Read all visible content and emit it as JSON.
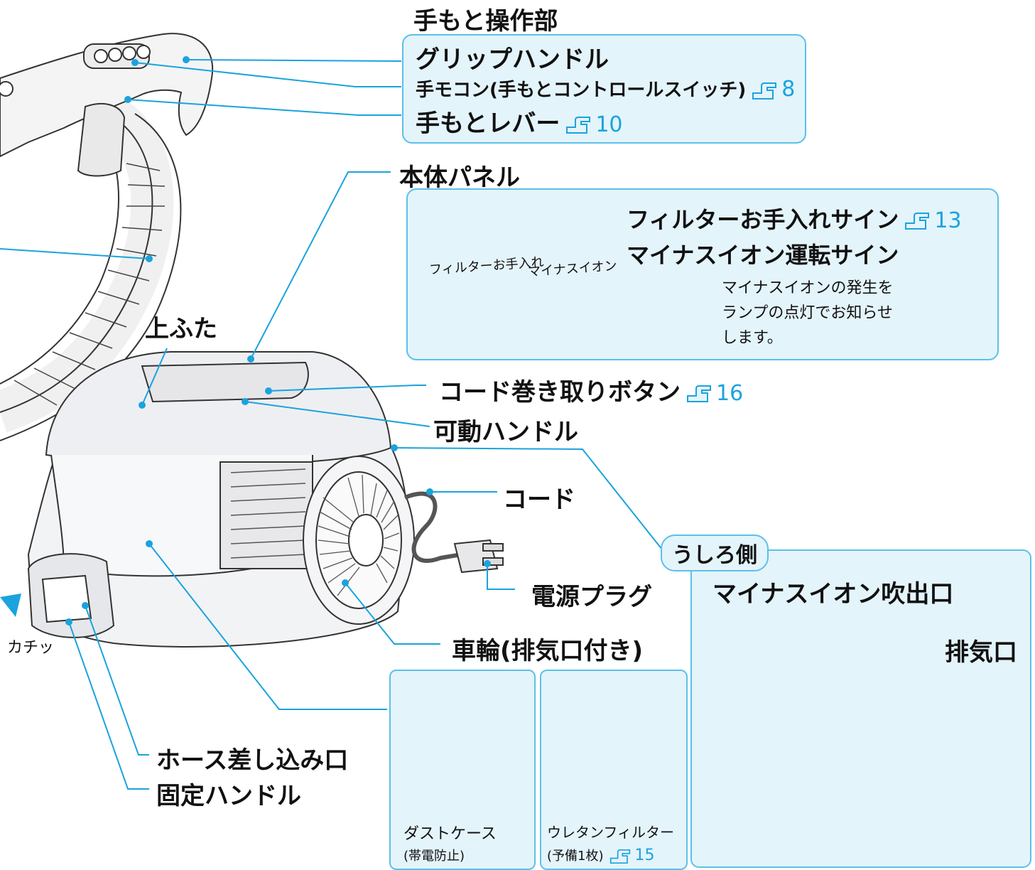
{
  "titles": {
    "hand_controls": "手もと操作部",
    "body_panel": "本体パネル"
  },
  "hand_controls": {
    "grip_handle": "グリップハンドル",
    "remote": "手モコン(手もとコントロールスイッチ)",
    "remote_ref": "8",
    "hand_lever": "手もとレバー",
    "hand_lever_ref": "10"
  },
  "panel": {
    "lamp_label_filter": "フィルターお手入れ",
    "lamp_label_ion": "マイナスイオン",
    "filter_sign": "フィルターお手入れサイン",
    "filter_sign_ref": "13",
    "ion_sign": "マイナスイオン運転サイン",
    "ion_note": [
      "マイナスイオンの発生を",
      "ランプの点灯でお知らせ",
      "します。"
    ]
  },
  "labels": {
    "top_lid": "上ふた",
    "cord_rewind_button": "コード巻き取りボタン",
    "cord_rewind_ref": "16",
    "movable_handle": "可動ハンドル",
    "cord": "コード",
    "power_plug": "電源プラグ",
    "wheel": "車輪(排気口付き)",
    "hose_inlet": "ホース差し込み口",
    "fixed_handle": "固定ハンドル",
    "click": "カチッ"
  },
  "rear": {
    "title": "うしろ側",
    "ion_outlet": "マイナスイオン吹出口",
    "exhaust": "排気口"
  },
  "accessories": {
    "dust_case": "ダストケース",
    "dust_case_sub": "(帯電防止)",
    "urethane_filter": "ウレタンフィルター",
    "urethane_filter_sub": "(予備1枚)",
    "urethane_filter_ref": "15"
  },
  "colors": {
    "accent": "#1aa3de",
    "box_fill": "#e4f4fb",
    "box_border": "#5cc0ea",
    "line": "#1aa3de"
  }
}
